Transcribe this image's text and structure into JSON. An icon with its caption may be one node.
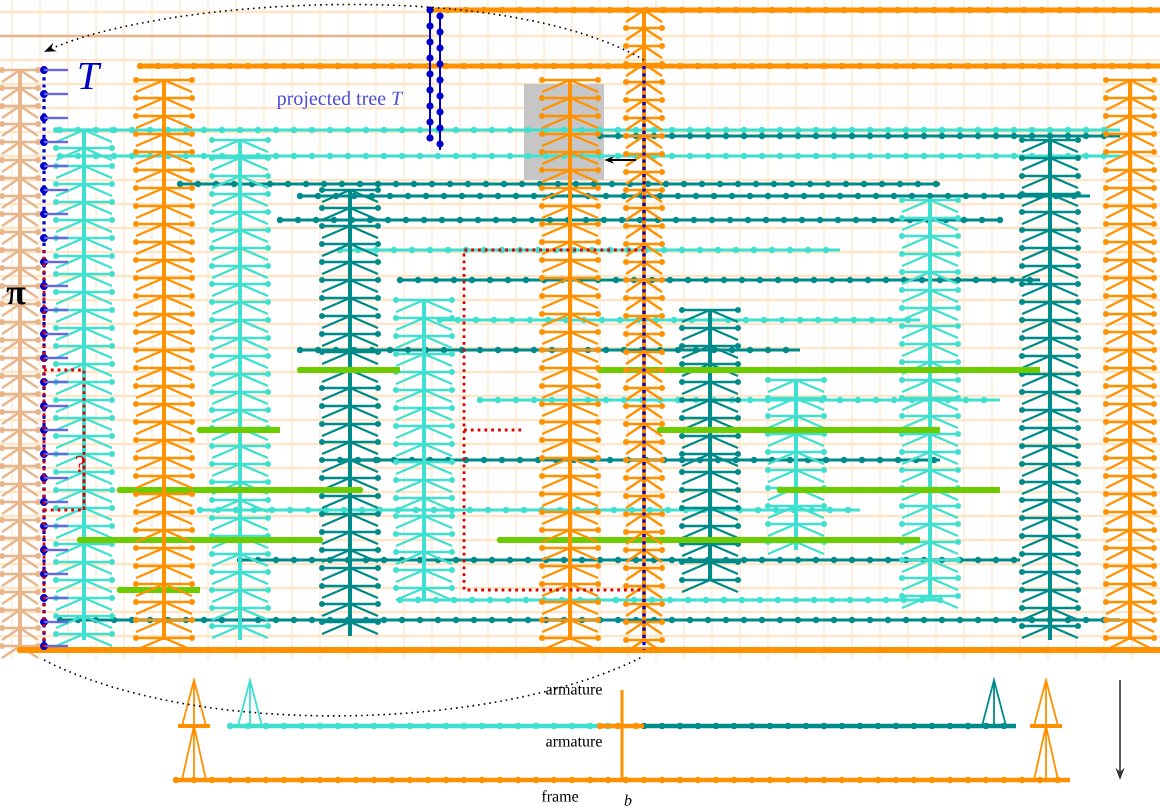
{
  "diagram": {
    "labels": [
      "T",
      "projected tree *T*",
      "π",
      "?",
      "armature",
      "armature",
      "frame",
      "b"
    ]
  }
}
